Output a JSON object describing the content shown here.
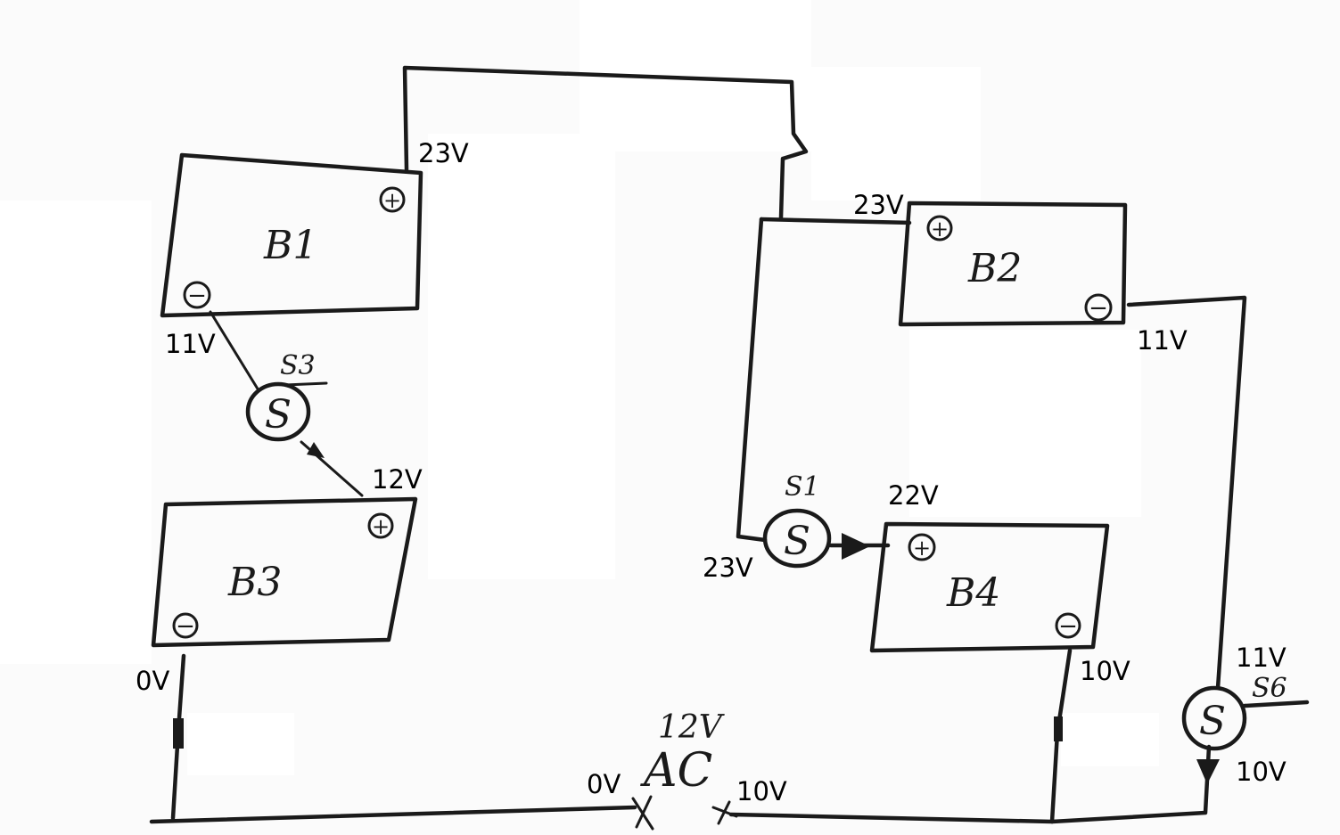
{
  "diagram": {
    "batteries": [
      {
        "id": "b1",
        "label": "B1"
      },
      {
        "id": "b2",
        "label": "B2"
      },
      {
        "id": "b3",
        "label": "B3"
      },
      {
        "id": "b4",
        "label": "B4"
      }
    ],
    "terminals": {
      "positive": "+",
      "negative": "−"
    },
    "switches": [
      {
        "id": "s1",
        "symbol": "S",
        "label": "S1"
      },
      {
        "id": "s3",
        "symbol": "S",
        "label": "S3"
      },
      {
        "id": "s6",
        "symbol": "S",
        "label": "S6"
      }
    ],
    "source": {
      "voltage": "12V",
      "type": "AC"
    },
    "voltages": {
      "b1_positive": "23V",
      "b1_negative": "11V",
      "b3_positive": "12V",
      "b3_negative": "0V",
      "b2_positive": "23V",
      "b2_negative": "11V",
      "s1_in": "23V",
      "b4_positive": "22V",
      "b4_negative": "10V",
      "s6_in": "11V",
      "s6_out": "10V",
      "ac_left": "0V",
      "ac_right": "10V"
    }
  }
}
